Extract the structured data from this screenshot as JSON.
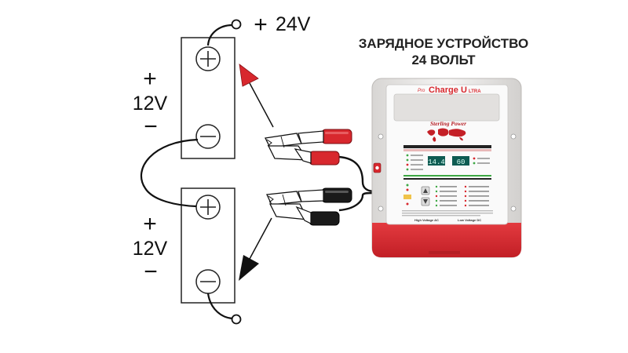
{
  "terminal_top": {
    "sign": "+",
    "voltage": "24V"
  },
  "battery_top": {
    "plus_sign": "+",
    "voltage": "12V",
    "minus_sign": "−"
  },
  "battery_bottom": {
    "plus_sign": "+",
    "voltage": "12V",
    "minus_sign": "−"
  },
  "charger": {
    "title_line1": "ЗАРЯДНОЕ УСТРОЙСТВО",
    "title_line2": "24 ВОЛЬТ",
    "brand_prefix": "Pro",
    "brand_main": "Charge U",
    "brand_suffix": "LTRA",
    "maker": "Sterling Power",
    "display_left": "14.4",
    "display_right": "60",
    "footer_left": "High Voltage AC",
    "footer_right": "Low Voltage DC"
  },
  "colors": {
    "red": "#d8282e",
    "dark_red": "#b51f25",
    "case": "#eceae8",
    "cable": "#111111",
    "display": "#0e5b52"
  }
}
